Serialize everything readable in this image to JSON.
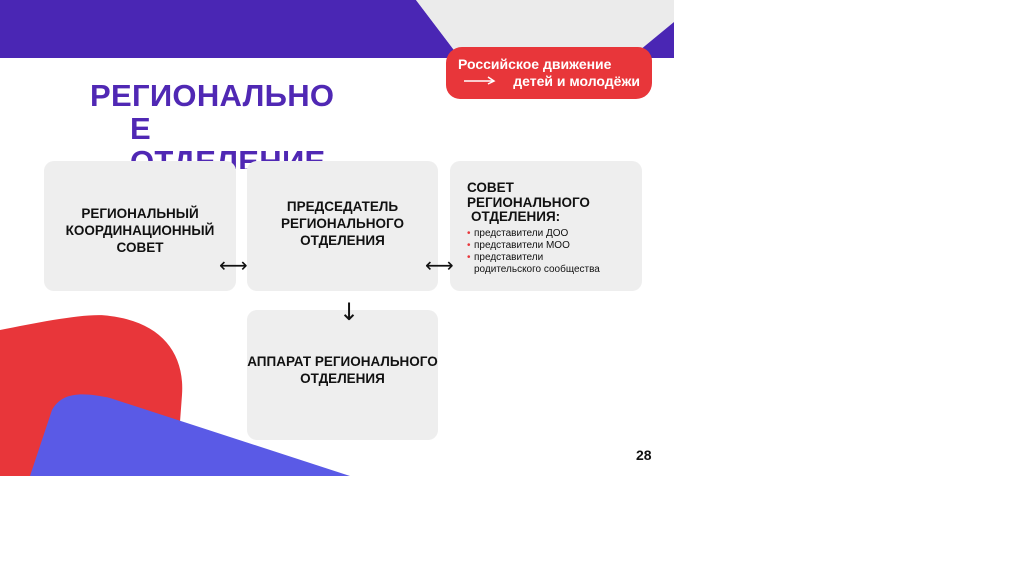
{
  "title": {
    "line1": "РЕГИОНАЛЬНО",
    "line2": "Е",
    "line3": "ОТДЕЛЕНИЕ"
  },
  "logo": {
    "line1": "Российское движение",
    "line2": "детей и молодёжи"
  },
  "boxes": {
    "council": "РЕГИОНАЛЬНЫЙ КООРДИНАЦИОННЫЙ СОВЕТ",
    "chair": "ПРЕДСЕДАТЕЛЬ РЕГИОНАЛЬНОГО ОТДЕЛЕНИЯ",
    "apparat": "АППАРАТ РЕГИОНАЛЬНОГО ОТДЕЛЕНИЯ",
    "sovet": {
      "title_line1": "СОВЕТ",
      "title_line2": "РЕГИОНАЛЬНОГО",
      "title_line3": "ОТДЕЛЕНИЯ:",
      "members": [
        "представители ДОО",
        "представители МОО"
      ],
      "member3_line1": "представители",
      "member3_line2": "родительского  сообщества"
    }
  },
  "arrows": {
    "horizontal": "⟷",
    "down": "↓"
  },
  "page_number": "28",
  "colors": {
    "purple": "#5028b4",
    "red": "#e8363a",
    "blue": "#5a5ae6",
    "box_bg": "#eeeeee"
  }
}
